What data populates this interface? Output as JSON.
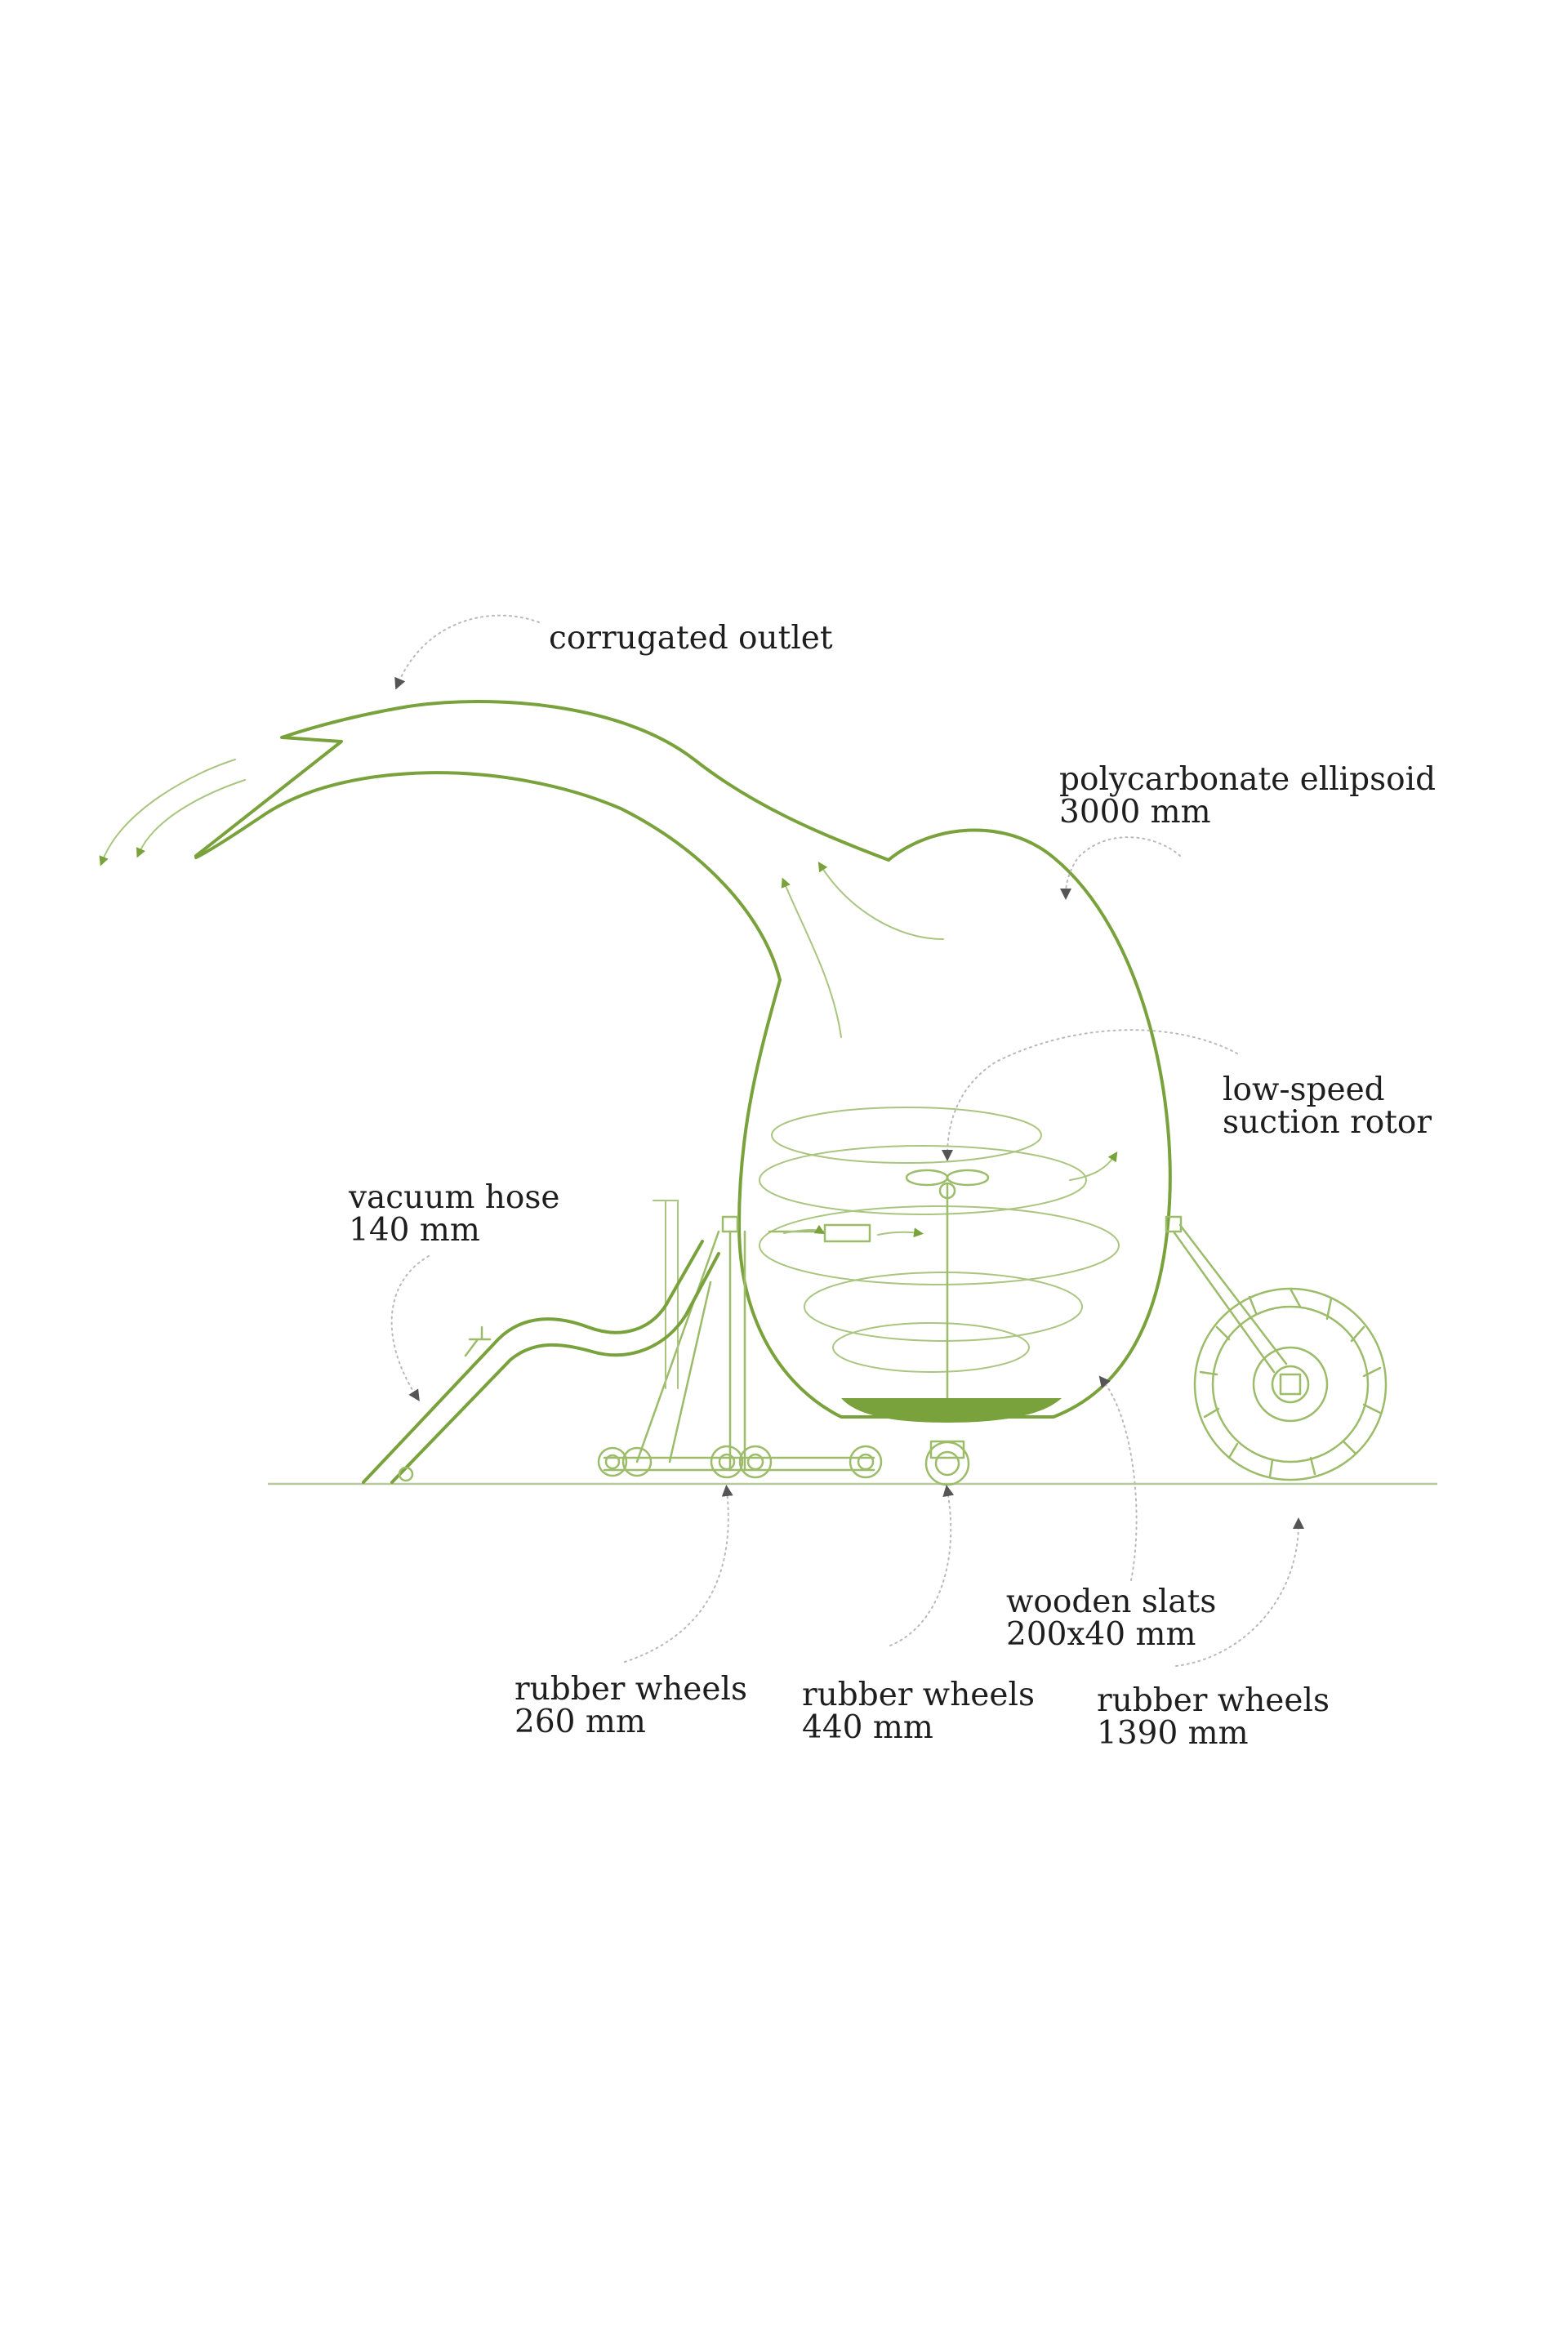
{
  "labels": {
    "corrugated_outlet": "corrugated outlet",
    "ellipsoid_line1": "polycarbonate ellipsoid",
    "ellipsoid_line2": "3000 mm",
    "rotor_line1": "low-speed",
    "rotor_line2": "suction rotor",
    "hose_line1": "vacuum hose",
    "hose_line2": "140 mm",
    "slats_line1": "wooden slats",
    "slats_line2": "200x40 mm",
    "wheels_small_line1": "rubber wheels",
    "wheels_small_line2": "260 mm",
    "wheels_mid_line1": "rubber wheels",
    "wheels_mid_line2": "440 mm",
    "wheels_large_line1": "rubber wheels",
    "wheels_large_line2": "1390 mm"
  },
  "colors": {
    "line_green": "#7aa23c",
    "light_green": "#9cbc6a",
    "leader_grey": "#b9b9b9",
    "text": "#1e1e1e"
  }
}
